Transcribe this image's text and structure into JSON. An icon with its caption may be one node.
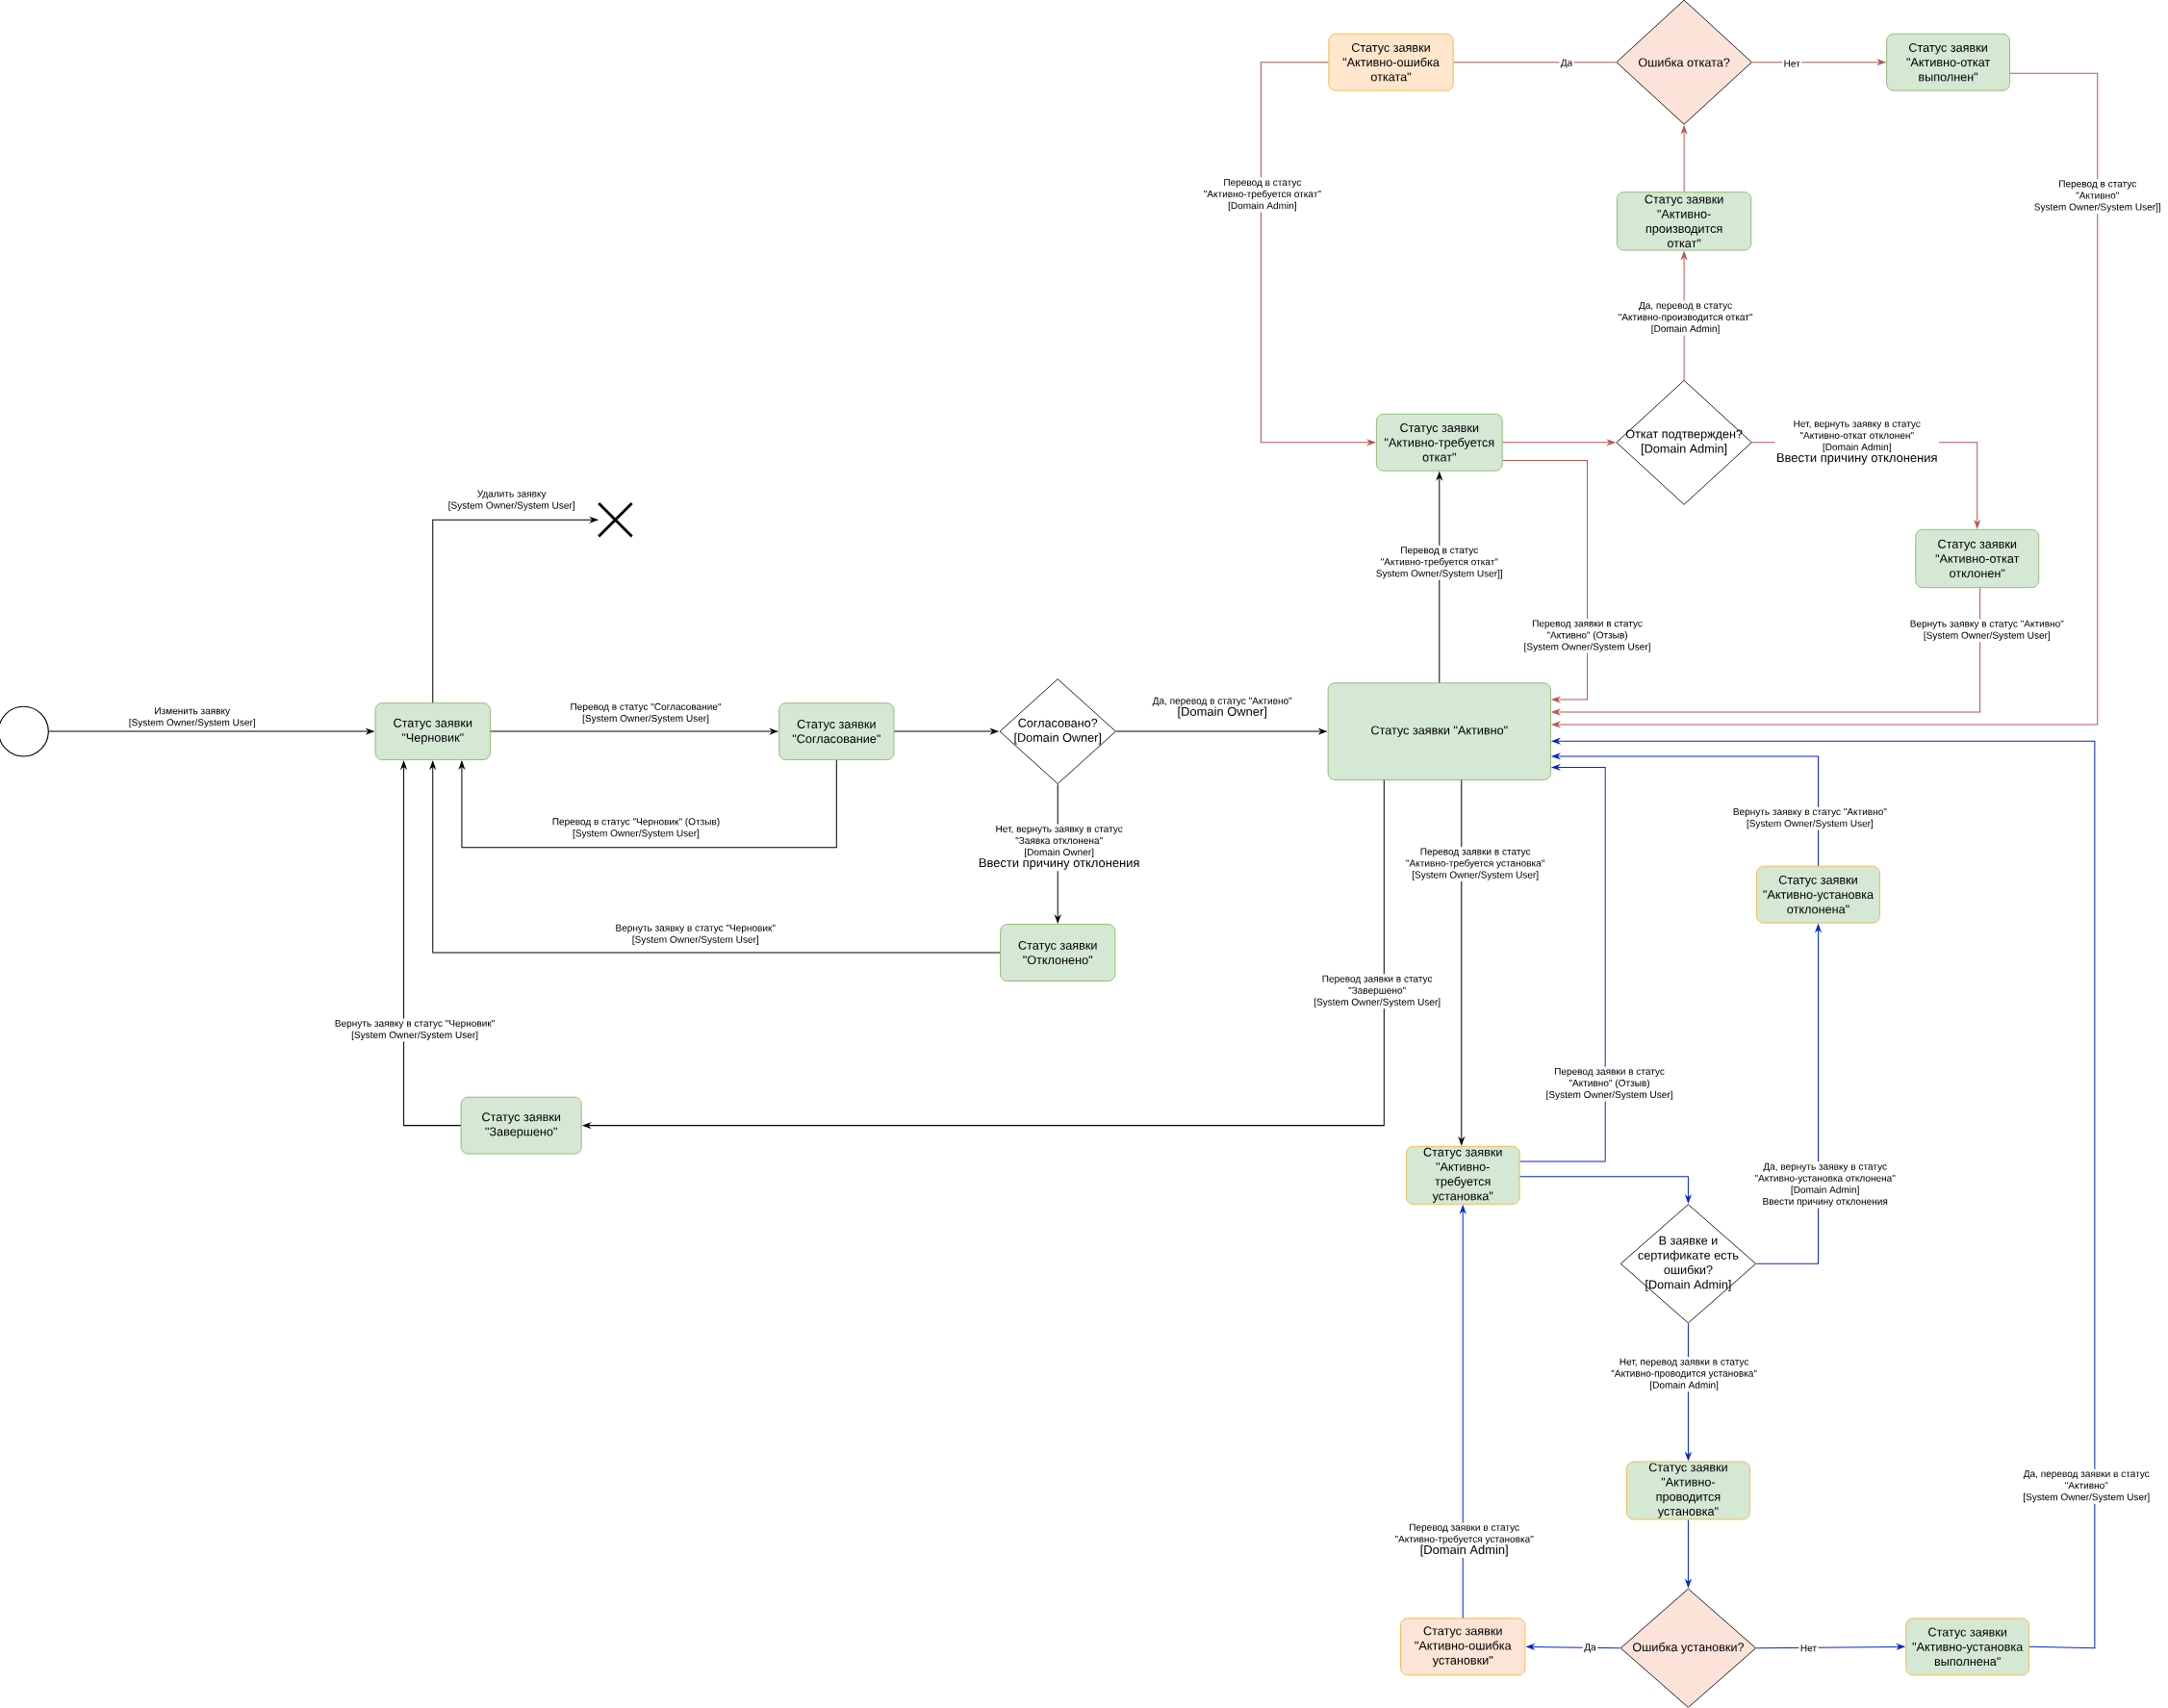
{
  "diagram": {
    "nodes": [
      {
        "text": [],
        "shape": "circle"
      },
      {
        "text": [
          "Статус заявки \"Черновик\""
        ]
      },
      {
        "text": [
          "Статус заявки \"Согласование\""
        ]
      },
      {
        "text": [
          "Согласовано? [Domain Owner]"
        ]
      },
      {
        "text": [
          "Статус заявки \"Отклонено\""
        ]
      },
      {
        "text": [],
        "shape": "cross"
      },
      {
        "text": [
          "Статус заявки \"Завершено\""
        ]
      },
      {
        "text": [
          "Статус заявки \"Активно\""
        ]
      },
      {
        "text": [
          "Статус заявки \"Активно-требуется откат\""
        ]
      },
      {
        "text": [
          "Откат подтвержден? [Domain Admin]"
        ]
      },
      {
        "text": [
          "Статус заявки \"Активно-производится откат\""
        ]
      },
      {
        "text": [
          "Ошибка отката?"
        ]
      },
      {
        "text": [
          "Статус заявки \"Активно-ошибка отката\""
        ]
      },
      {
        "text": [
          "Статус заявки \"Активно-откат выполнен\""
        ]
      },
      {
        "text": [
          "Статус заявки \"Активно-откат отклонен\""
        ]
      },
      {
        "text": [
          "Статус заявки \"Активно-требуется установка\""
        ]
      },
      {
        "text": [
          "В заявке и сертификате есть ошибки? [Domain Admin]"
        ]
      },
      {
        "text": [
          "Статус заявки \"Активно-установка отклонена\""
        ]
      },
      {
        "text": [
          "Статус заявки \"Активно-проводится установка\""
        ]
      },
      {
        "text": [
          "Ошибка установки?"
        ]
      },
      {
        "text": [
          "Статус заявки \"Активно-ошибка установки\""
        ]
      },
      {
        "text": [
          "Статус заявки \"Активно-установка выполнена\""
        ]
      }
    ],
    "edges": [
      {
        "from": 0,
        "to": 1,
        "arrow": "to",
        "label": "Изменить заявку [System Owner/System User]"
      },
      {
        "from": 1,
        "to": 5,
        "arrow": "to",
        "label": "Удалить заявку [System Owner/System User]"
      },
      {
        "from": 1,
        "to": 2,
        "arrow": "to",
        "label": "Перевод в статус \"Согласование\" [System Owner/System User]"
      },
      {
        "from": 2,
        "to": 1,
        "arrow": "to",
        "label": "Перевод в статус \"Черновик\" (Отзыв) [System Owner/System User]"
      },
      {
        "from": 2,
        "to": 3,
        "arrow": "to"
      },
      {
        "from": 3,
        "to": 7,
        "arrow": "to",
        "label": "Да, перевод в статус \"Активно\" [Domain Owner]"
      },
      {
        "from": 3,
        "to": 4,
        "arrow": "to",
        "label": "Нет, вернуть заявку в статус \"Заявка отклонена\" [Domain Owner] Ввести причину отклонения"
      },
      {
        "from": 4,
        "to": 1,
        "arrow": "to",
        "label": "Вернуть заявку в статус \"Черновик\" [System Owner/System User]"
      },
      {
        "from": 6,
        "to": 1,
        "arrow": "to",
        "label": "Вернуть заявку в статус \"Черновик\" [System Owner/System User]"
      },
      {
        "from": 7,
        "to": 6,
        "arrow": "to",
        "label": "Перевод заявки в статус \"Завершено\" [System Owner/System User]"
      },
      {
        "from": 7,
        "to": 8,
        "arrow": "to",
        "label": "Перевод в статус \"Активно-требуется откат\" System Owner/System User]]"
      },
      {
        "from": 7,
        "to": 15,
        "arrow": "to",
        "label": "Перевод заявки в статус \"Активно-требуется установка\" [System Owner/System User]"
      },
      {
        "from": 8,
        "to": 9,
        "arrow": "to",
        "color": "#b85450"
      },
      {
        "from": 8,
        "to": 7,
        "arrow": "to",
        "color": "#b85450",
        "label": "Перевод заявки в статус \"Активно\" (Отзыв) [System Owner/System User]"
      },
      {
        "from": 9,
        "to": 10,
        "arrow": "to",
        "color": "#b85450",
        "label": "Да, перевод в статус \"Активно-производится откат\" [Domain Admin]"
      },
      {
        "from": 9,
        "to": 14,
        "arrow": "to",
        "color": "#b85450",
        "label": "Нет, вернуть заявку в статус \"Активно-откат отклонен\" [Domain Admin] Ввести причину отклонения"
      },
      {
        "from": 10,
        "to": 11,
        "arrow": "to",
        "color": "#b85450"
      },
      {
        "from": 11,
        "to": 12,
        "arrow": "none",
        "color": "#b85450",
        "label": "Да"
      },
      {
        "from": 11,
        "to": 13,
        "arrow": "to",
        "color": "#b85450",
        "label": "Нет"
      },
      {
        "from": 12,
        "to": 8,
        "arrow": "to",
        "color": "#b85450",
        "label": "Перевод в статус \"Активно-требуется откат\" [Domain Admin]"
      },
      {
        "from": 13,
        "to": 7,
        "arrow": "to",
        "color": "#b85450",
        "label": "Перевод в статус \"Активно\" System Owner/System User]]"
      },
      {
        "from": 14,
        "to": 7,
        "arrow": "to",
        "color": "#b85450",
        "label": "Вернуть заявку в статус \"Активно\" [System Owner/System User]"
      },
      {
        "from": 15,
        "to": 7,
        "arrow": "to",
        "color": "#0027cc",
        "label": "Перевод заявки в статус \"Активно\" (Отзыв) [System Owner/System User]"
      },
      {
        "from": 15,
        "to": 16,
        "arrow": "to",
        "color": "#0027cc"
      },
      {
        "from": 16,
        "to": 17,
        "arrow": "to",
        "color": "#0027cc",
        "label": "Да, вернуть заявку в статус \"Активно-установка отклонена\" [Domain Admin] Ввести причину отклонения"
      },
      {
        "from": 17,
        "to": 7,
        "arrow": "to",
        "color": "#0027cc",
        "label": "Вернуть заявку в статус \"Активно\" [System Owner/System User]"
      },
      {
        "from": 16,
        "to": 18,
        "arrow": "to",
        "color": "#0027cc",
        "label": "Нет, перевод заявки в статус \"Активно-проводится установка\" [Domain Admin]"
      },
      {
        "from": 18,
        "to": 19,
        "arrow": "to",
        "color": "#0027cc"
      },
      {
        "from": 19,
        "to": 20,
        "arrow": "to",
        "color": "#0027cc",
        "label": "Да"
      },
      {
        "from": 19,
        "to": 21,
        "arrow": "to",
        "color": "#0027cc",
        "label": "Нет"
      },
      {
        "from": 20,
        "to": 15,
        "arrow": "to",
        "color": "#0027cc",
        "label": "Перевод заявки в статус \"Активно-требуется установка\" [Domain Admin]"
      },
      {
        "from": 21,
        "to": 7,
        "arrow": "to",
        "color": "#0027cc",
        "label": "Да, перевод заявки в статус \"Активно\" [System Owner/System User]"
      }
    ]
  }
}
